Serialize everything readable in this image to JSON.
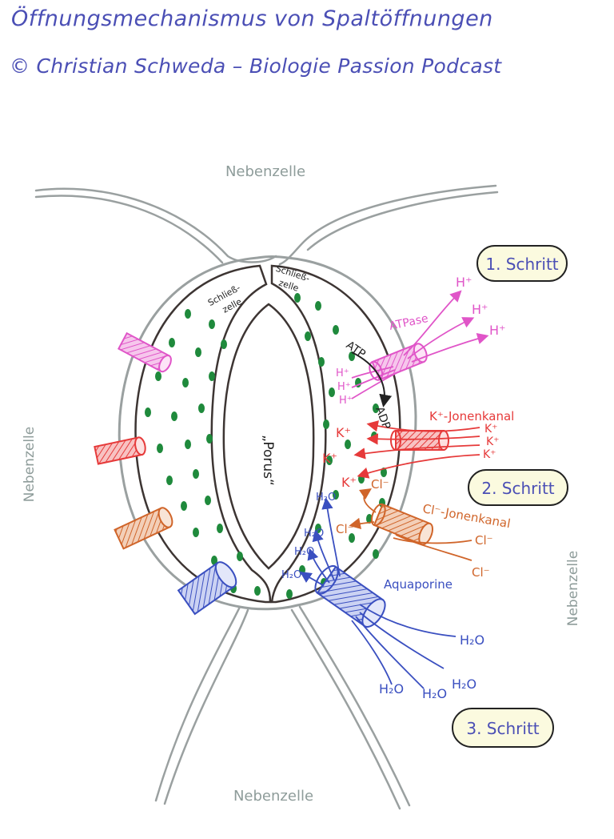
{
  "title": "Öffnungsmechanismus von Spaltöffnungen",
  "subtitle": "© Christian Schweda – Biologie Passion Podcast",
  "cells": {
    "neighbor": "Nebenzelle",
    "guard_left_line1": "Schließ-",
    "guard_left_line2": "zelle",
    "guard_right_line1": "Schließ-",
    "guard_right_line2": "zelle",
    "pore": "„Porus“"
  },
  "steps": {
    "step1": "1. Schritt",
    "step2": "2. Schritt",
    "step3": "3. Schritt"
  },
  "labels": {
    "atpase": "ATPase",
    "atp": "ATP",
    "adp": "ADP",
    "k_channel": "K⁺-Jonenkanal",
    "cl_channel": "Cl⁻-Jonenkanal",
    "aquaporin": "Aquaporine",
    "h_ion": "H⁺",
    "k_ion": "K⁺",
    "cl_ion": "Cl⁻",
    "water": "H₂O"
  },
  "colors": {
    "text_blue": "#4b4fb5",
    "cell_outline": "#3d3533",
    "membrane": "#9aa0a0",
    "chloroplast": "#1f8a3c",
    "atpase": "#e055c8",
    "k_channel": "#e63a3a",
    "cl_channel": "#d0652a",
    "aquaporin": "#3a4fc0",
    "label_gray": "#8e9c9a",
    "step_box_bg": "#fbfadf"
  }
}
